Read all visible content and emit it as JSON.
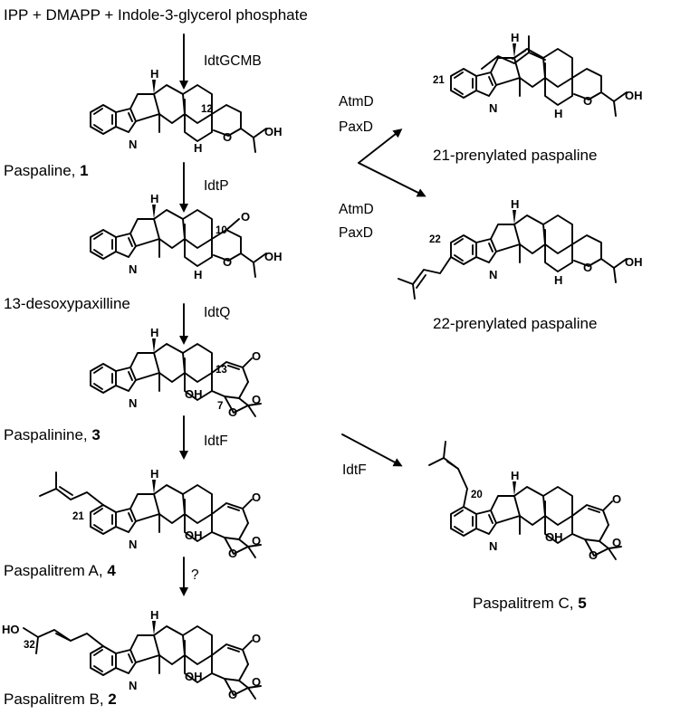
{
  "colors": {
    "ink": "#000000",
    "background": "#ffffff"
  },
  "top_substrates": "IPP + DMAPP + Indole-3-glycerol phosphate",
  "enzymes": {
    "step1": "IdtGCMB",
    "step2": "IdtP",
    "step3": "IdtQ",
    "step4": "IdtF",
    "step5": "?",
    "side1_a": "AtmD",
    "side1_b": "PaxD",
    "side2_a": "AtmD",
    "side2_b": "PaxD",
    "side3": "IdtF"
  },
  "compounds": {
    "c1": {
      "name": "Paspaline, ",
      "number": "1"
    },
    "c_desoxy": {
      "name": "13-desoxypaxilline"
    },
    "c3": {
      "name": "Paspalinine, ",
      "number": "3"
    },
    "c4": {
      "name": "Paspalitrem A, ",
      "number": "4"
    },
    "c2": {
      "name": "Paspalitrem B, ",
      "number": "2"
    },
    "c21p": {
      "name": "21-prenylated paspaline"
    },
    "c22p": {
      "name": "22-prenylated paspaline"
    },
    "c5": {
      "name": "Paspalitrem C, ",
      "number": "5"
    }
  },
  "atom_labels": {
    "H": "H",
    "N": "N",
    "O": "O",
    "OH": "OH",
    "HO": "HO"
  },
  "position_labels": {
    "p12": "12",
    "p10": "10",
    "p13": "13",
    "p7": "7",
    "p21": "21",
    "p22": "22",
    "p20": "20",
    "p32": "32"
  }
}
